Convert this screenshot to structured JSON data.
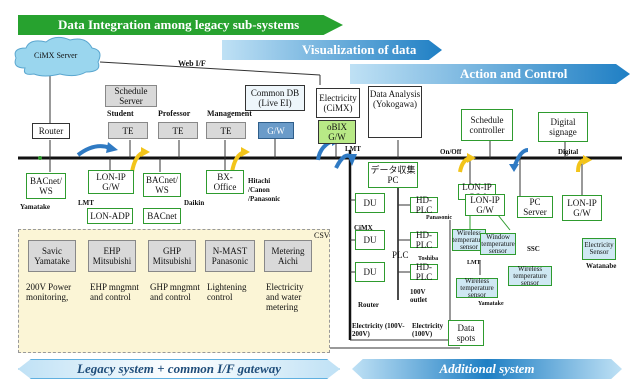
{
  "banners": {
    "top": "Data Integration among legacy sub-systems",
    "visualization": "Visualization of data",
    "action": "Action and Control",
    "bottom_left": "Legacy system + common  I/F gateway",
    "bottom_right": "Additional system"
  },
  "nodes": {
    "cimx_server": "CiMX Server",
    "web_if": "Web I/F",
    "router": "Router",
    "schedule_server": "Schedule Server",
    "student": "Student",
    "professor": "Professor",
    "management": "Management",
    "te1": "TE",
    "te2": "TE",
    "te3": "TE",
    "common_db": "Common DB (Live EI)",
    "gw_db": "G/W",
    "electricity_cimx": "Electricity (CiMX)",
    "obix_gw": "oBIX G/W",
    "data_analysis": "Data Analysis (Yokogawa)",
    "schedule_controller": "Schedule controller",
    "digital_signage": "Digital signage",
    "lmt_top": "LMT",
    "onoff": "On/Off",
    "digital": "Digital",
    "bacnet_ws1": "BACnet/ WS",
    "lon_ip_gw": "LON-IP G/W",
    "bacnet_ws2": "BACnet/ WS",
    "bx_office": "BX-Office",
    "yamatake": "Yamatake",
    "lmt_left": "LMT",
    "lon_adp": "LON-ADP",
    "bacnet": "BACnet",
    "daikin": "Daikin",
    "vendors": "Hitachi /Canon /Panasonic",
    "data_pc": "データ収集PC",
    "du1": "DU",
    "du2": "DU",
    "du3": "DU",
    "cimx_label": "CiMX",
    "router_label": "Router",
    "hdplc1": "HD-PLC",
    "hdplc2": "HD-PLC",
    "hdplc3": "HD-PLC",
    "plc": "PLC",
    "panasonic": "Panasonic",
    "toshiba": "Toshiba",
    "l100v": "100V outlet",
    "lon_ip_gw2": "LON-IP G/W",
    "lon_ip_gw3": "LON-IP G/W",
    "pc_server": "PC Server",
    "ssc": "SSC",
    "wireless1": "Wireless temperature sensor",
    "wireless2": "Window temperature sensor",
    "wireless3": "Wireless temperature sensor",
    "wireless4": "Wireless temperature sensor",
    "lmt_right": "LMT",
    "yamatake_right": "Yamatake",
    "electricity_sensor": "Electricity Sensor",
    "watanabe": "Watanabe",
    "elec_200v": "Electricity (100V-200V)",
    "elec_100v": "Electricity (100V)",
    "data_spots": "Data spots",
    "csv": "CSV"
  },
  "legacy": [
    {
      "box": "Savic Yamatake",
      "desc": "200V Power monitoring,"
    },
    {
      "box": "EHP Mitsubishi",
      "desc": "EHP mngmnt and control"
    },
    {
      "box": "GHP Mitsubishi",
      "desc": "GHP mngmnt and control"
    },
    {
      "box": "N-MAST Panasonic",
      "desc": "Lightening control"
    },
    {
      "box": "Metering Aichi",
      "desc": "Electricity and water metering"
    }
  ],
  "colors": {
    "green_banner": "#27a22f",
    "blue_banner": "#1f7fc4",
    "light_blue": "#5fb0e0",
    "csv_area": "#fbf5d6",
    "cloud": "#9ad6ee"
  }
}
